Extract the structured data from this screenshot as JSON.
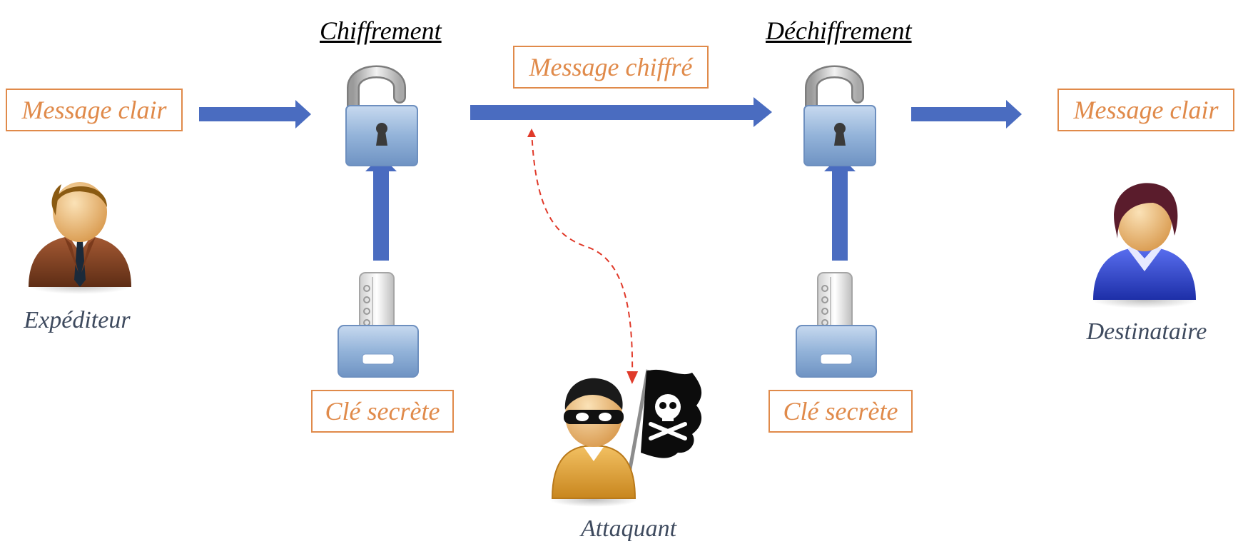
{
  "titles": {
    "encryption": "Chiffrement",
    "decryption": "Déchiffrement"
  },
  "labels": {
    "plain_message_left": "Message clair",
    "cipher_message": "Message chiffré",
    "plain_message_right": "Message clair",
    "secret_key_left": "Clé secrète",
    "secret_key_right": "Clé secrète"
  },
  "roles": {
    "sender": "Expéditeur",
    "recipient": "Destinataire",
    "attacker": "Attaquant"
  },
  "icons": {
    "sender": "businessman-icon",
    "recipient": "woman-user-icon",
    "attacker": "pirate-attacker-icon",
    "lock": "open-padlock-icon",
    "key": "key-icon"
  },
  "colors": {
    "arrow": "#4a6cc0",
    "label_box": "#e08a4a",
    "attack_line": "#e03a2a",
    "role_text": "#3e4a5e"
  }
}
